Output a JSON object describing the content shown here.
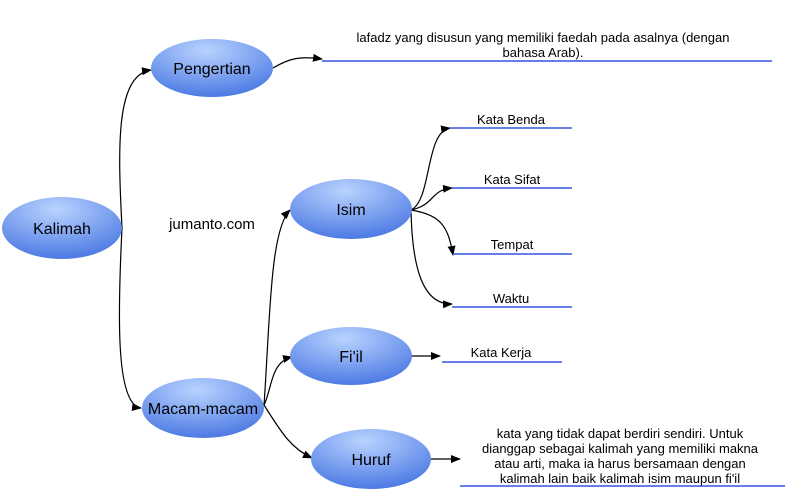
{
  "colors": {
    "node_fill_top": "#b9d3ff",
    "node_fill_bottom": "#3f6fe0",
    "underline": "#3355dd"
  },
  "nodes": {
    "kalimah": "Kalimah",
    "pengertian": "Pengertian",
    "macam": "Macam-macam",
    "isim": "Isim",
    "fiil": "Fi'il",
    "huruf": "Huruf"
  },
  "watermark": "jumanto.com",
  "definition": {
    "line1": "lafadz yang disusun yang memiliki faedah pada asalnya (dengan",
    "line2": "bahasa Arab)."
  },
  "isim_types": [
    "Kata Benda",
    "Kata Sifat",
    "Tempat",
    "Waktu"
  ],
  "fiil_type": "Kata Kerja",
  "huruf_note": [
    "kata yang tidak dapat berdiri sendiri. Untuk",
    "dianggap sebagai kalimah yang memiliki makna",
    "atau arti, maka ia harus bersamaan dengan",
    "kalimah lain baik kalimah isim maupun fi'il"
  ]
}
